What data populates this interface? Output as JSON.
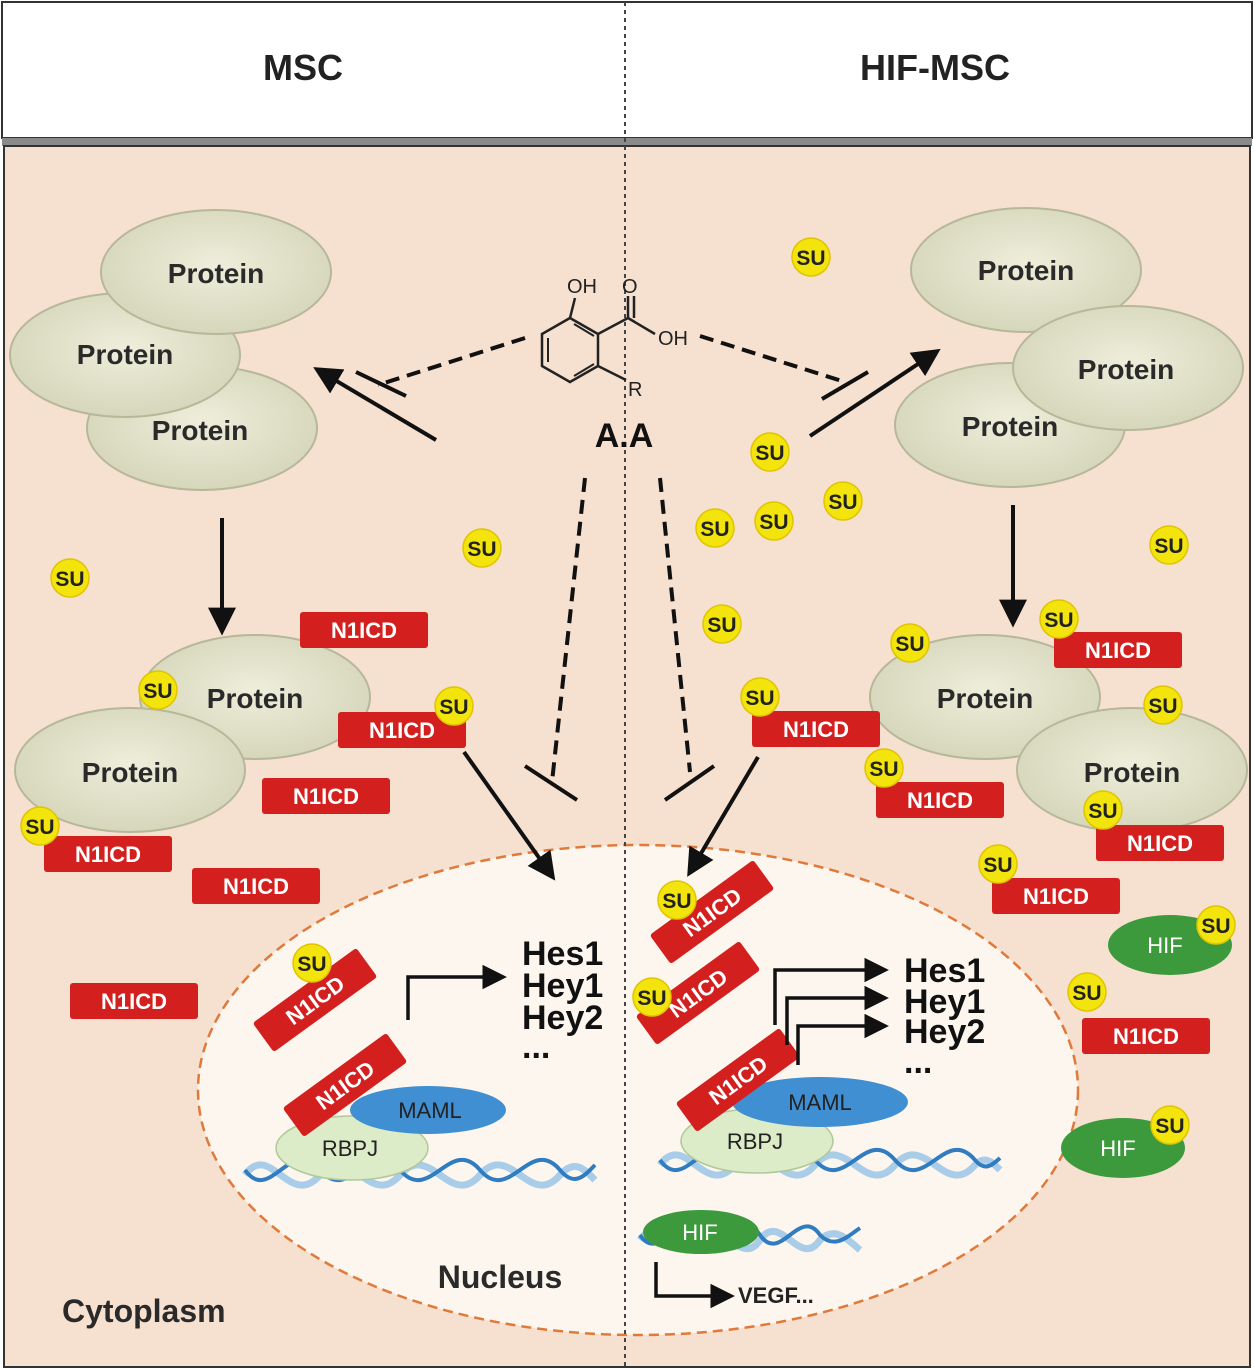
{
  "header": {
    "left": "MSC",
    "right": "HIF-MSC"
  },
  "structure": {
    "name": "A.A",
    "oh_top": "OH",
    "o": "O",
    "oh_right": "OH",
    "r": "R"
  },
  "labels": {
    "protein": "Protein",
    "n1icd": "N1ICD",
    "su": "SU",
    "maml": "MAML",
    "rbpj": "RBPJ",
    "hif": "HIF",
    "nucleus": "Nucleus",
    "cytoplasm": "Cytoplasm"
  },
  "genes": [
    "Hes1",
    "Hey1",
    "Hey2",
    "..."
  ],
  "vegf": "VEGF...",
  "colors": {
    "cytoplasm": "#f6e0d0",
    "nucleus": "#fcf6ee",
    "protein": "#e2e2c9",
    "n1icd": "#d3201f",
    "su": "#f2e40c",
    "maml": "#3f8fd2",
    "rbpj": "#dcebc8",
    "hif": "#3c9a3c",
    "nucleus_border": "#e07a3a"
  }
}
